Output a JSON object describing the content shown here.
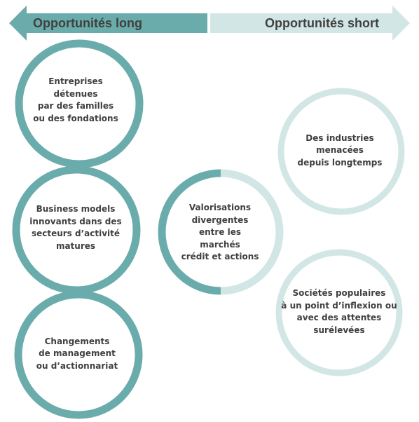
{
  "header": {
    "long_label": "Opportunités long",
    "short_label": "Opportunités short"
  },
  "colors": {
    "long": "#6aacab",
    "short": "#d2e7e5",
    "text": "#404040"
  },
  "circles": {
    "long_1": "Entreprises\ndétenues\npar des familles\nou des fondations",
    "long_2": "Business models\ninnovants dans des\nsecteurs d’activité\nmatures",
    "long_3": "Changements\nde management\nou d’actionnariat",
    "mixed": "Valorisations\ndivergentes\nentre les\nmarchés\ncrédit et actions",
    "short_1": "Des industries\nmenacées\ndepuis longtemps",
    "short_2": "Sociétés populaires\nà un point d’inflexion ou\navec des attentes\nsurélevées"
  }
}
